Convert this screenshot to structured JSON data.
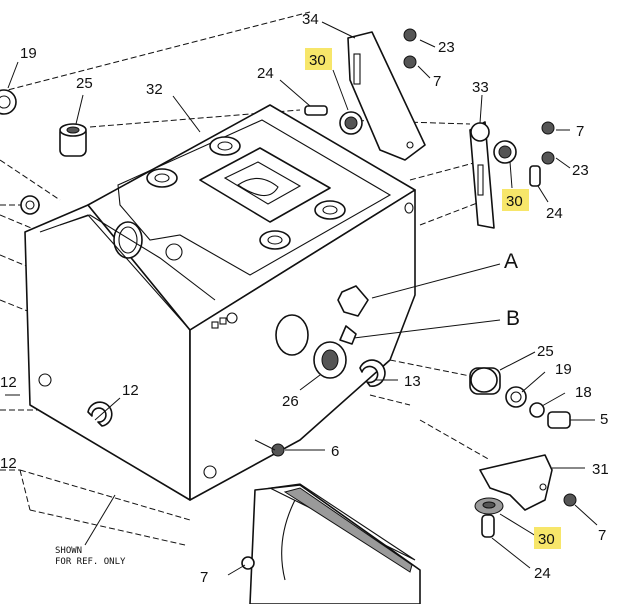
{
  "diagram": {
    "callouts": {
      "c19_left": "19",
      "c25_top": "25",
      "c32": "32",
      "c24_top": "24",
      "c30_top": "30",
      "c34": "34",
      "c23_top": "23",
      "c7_top": "7",
      "c33": "33",
      "c7_right": "7",
      "c23_right": "23",
      "c30_right": "30",
      "c24_right": "24",
      "cA": "A",
      "cB": "B",
      "c25_right": "25",
      "c19_right": "19",
      "c18": "18",
      "c5": "5",
      "c13": "13",
      "c26": "26",
      "c12_left": "12",
      "c12_mid": "12",
      "c12_bot": "12",
      "c6": "6",
      "c31": "31",
      "c7_bracket": "7",
      "c30_bot": "30",
      "c24_bot": "24",
      "c7_bottom": "7"
    },
    "note_line1": "SHOWN",
    "note_line2": "FOR REF. ONLY",
    "highlight_color": "#f7e66a"
  }
}
